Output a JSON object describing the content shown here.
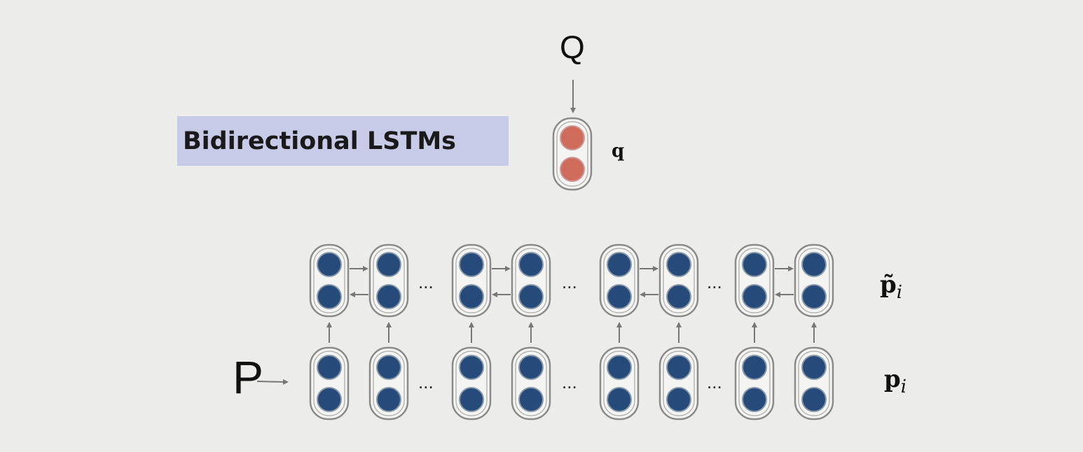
{
  "title": "Bidirectional LSTMs",
  "question_label": "Q",
  "question_vector_label": "q",
  "passage_label": "P",
  "passage_vector_label": {
    "base": "p",
    "sub": "i"
  },
  "passage_contextual_label": {
    "base": "p̃",
    "sub": "i"
  },
  "ellipsis": "...",
  "colors": {
    "background": "#ececea",
    "title_highlight": "#c7cbe8",
    "question_node": "#cf6b5a",
    "passage_node": "#264a79",
    "cell_border": "#8a8a8a",
    "arrow": "#777777"
  }
}
